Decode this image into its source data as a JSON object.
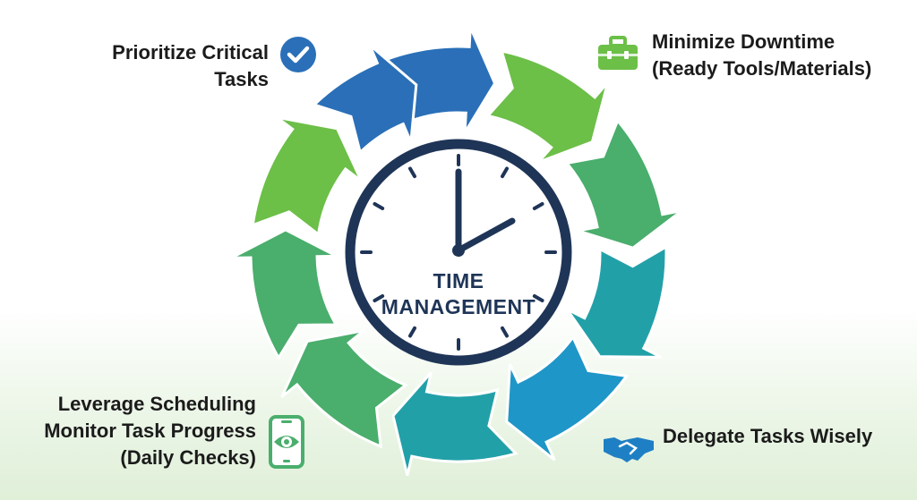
{
  "center": {
    "line1": "TIME",
    "line2": "MANAGEMENT"
  },
  "labels": {
    "prioritize": {
      "line1": "Prioritize Critical",
      "line2": "Tasks",
      "icon": "checkmark-icon"
    },
    "minimize": {
      "line1": "Minimize Downtime",
      "line2": "(Ready Tools/Materials)",
      "icon": "toolbox-icon"
    },
    "delegate": {
      "line1": "Delegate Tasks Wisely",
      "icon": "handshake-icon"
    },
    "leverage": {
      "line1": "Leverage Scheduling",
      "line2": "Monitor Task Progress",
      "line3": "(Daily Checks)",
      "icon": "tablet-eye-icon"
    }
  },
  "colors": {
    "blue": "#2a6fb8",
    "green_light": "#6cbf47",
    "green": "#4aae6c",
    "teal": "#22a0a8",
    "cyan": "#1f96c8",
    "clock_ring": "#1f3557"
  }
}
